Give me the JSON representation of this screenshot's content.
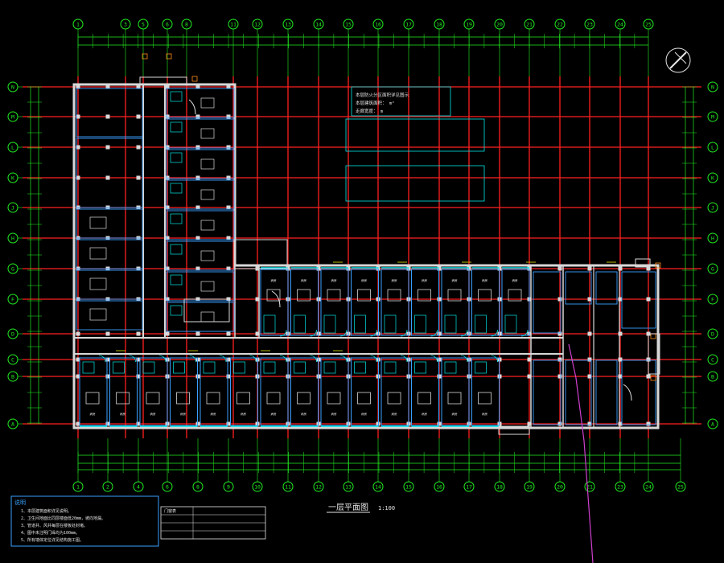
{
  "drawing": {
    "background": "#000000",
    "colors": {
      "grid_red": "#ff2020",
      "axis_green": "#22ee22",
      "wall": "#d8d8d8",
      "partition": "#3aa0ff",
      "cyan": "#00e6e6",
      "magenta": "#d040d0",
      "yellow": "#e6e600",
      "orange": "#ff8c1a"
    },
    "columns_top": [
      "1",
      "3",
      "5",
      "6",
      "8",
      "11",
      "12",
      "13",
      "14",
      "15",
      "16",
      "17",
      "18",
      "19",
      "20",
      "21",
      "22",
      "23",
      "24",
      "25"
    ],
    "columns_bottom": [
      "1",
      "2",
      "4",
      "6",
      "8",
      "9",
      "10",
      "11",
      "12",
      "13",
      "14",
      "15",
      "16",
      "17",
      "18",
      "19",
      "20",
      "21",
      "23",
      "24",
      "25"
    ],
    "rows": [
      "N",
      "M",
      "L",
      "K",
      "J",
      "H",
      "G",
      "F",
      "D",
      "C",
      "B",
      "A"
    ],
    "north_symbol": "north-arrow",
    "plan_title": "一层平面图",
    "plan_scale": "1:100",
    "notes_title": "说明",
    "notes_lines": [
      "1、本层建筑面积详见说明。",
      "2、卫生间地面比同层楼面低20mm，坡向地漏。",
      "3、管道井、风井每层在楼板处封堵。",
      "4、图中未注明门垛均为100mm。",
      "5、所有墙体定位详见结构施工图。"
    ],
    "table_heading": "门窗表",
    "legend_lines": [
      "本层防火分区面积详见图示",
      "本层建筑面积： m²",
      "走廊宽度： m"
    ],
    "room_label": "病房"
  }
}
